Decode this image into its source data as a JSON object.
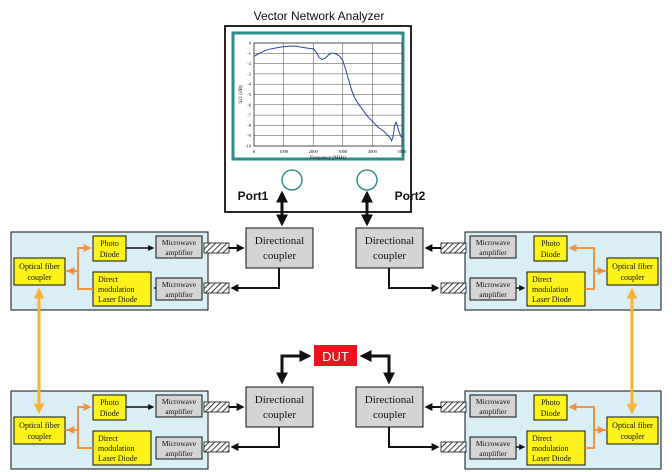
{
  "vna": {
    "title": "Vector Network Analyzer",
    "port1": "Port1",
    "port2": "Port2",
    "plot": {
      "xlabel": "Frequency (MHz)",
      "ylabel": "S21 (dB)",
      "x_ticks": [
        "0",
        "1000",
        "2000",
        "3000",
        "4000",
        "5000"
      ],
      "y_ticks": [
        "0",
        "-1",
        "-2",
        "-3",
        "-4",
        "-5",
        "-6",
        "-7",
        "-8",
        "-9",
        "-10"
      ],
      "x_range": [
        0,
        5000
      ],
      "y_range": [
        -10,
        0
      ],
      "trace_color": "#2a45a8",
      "trace": [
        [
          0,
          -1.3
        ],
        [
          120,
          -1.1
        ],
        [
          250,
          -0.9
        ],
        [
          400,
          -0.7
        ],
        [
          600,
          -0.55
        ],
        [
          800,
          -0.45
        ],
        [
          1000,
          -0.35
        ],
        [
          1200,
          -0.3
        ],
        [
          1400,
          -0.3
        ],
        [
          1600,
          -0.4
        ],
        [
          1800,
          -0.5
        ],
        [
          2000,
          -0.55
        ],
        [
          2100,
          -0.9
        ],
        [
          2200,
          -1.4
        ],
        [
          2300,
          -1.6
        ],
        [
          2400,
          -1.5
        ],
        [
          2500,
          -1.2
        ],
        [
          2600,
          -1.0
        ],
        [
          2700,
          -1.0
        ],
        [
          2800,
          -1.1
        ],
        [
          2900,
          -1.3
        ],
        [
          3000,
          -1.7
        ],
        [
          3100,
          -2.6
        ],
        [
          3200,
          -3.6
        ],
        [
          3300,
          -4.6
        ],
        [
          3400,
          -5.3
        ],
        [
          3500,
          -5.8
        ],
        [
          3600,
          -6.2
        ],
        [
          3700,
          -6.6
        ],
        [
          3800,
          -7.0
        ],
        [
          3900,
          -7.3
        ],
        [
          4000,
          -7.6
        ],
        [
          4100,
          -7.9
        ],
        [
          4200,
          -8.2
        ],
        [
          4300,
          -8.4
        ],
        [
          4400,
          -8.6
        ],
        [
          4500,
          -8.9
        ],
        [
          4600,
          -9.2
        ],
        [
          4650,
          -9.5
        ],
        [
          4700,
          -9.1
        ],
        [
          4750,
          -8.0
        ],
        [
          4800,
          -7.7
        ],
        [
          4850,
          -8.1
        ],
        [
          4900,
          -8.6
        ],
        [
          4950,
          -9.0
        ],
        [
          5000,
          -9.2
        ]
      ]
    }
  },
  "labels": {
    "directional_coupler_1": "Directional",
    "directional_coupler_2": "coupler",
    "photo_1": "Photo",
    "photo_2": "Diode",
    "microwave_1": "Microwave",
    "microwave_2": "amplifier",
    "laser_1": "Direct",
    "laser_2": "modulation",
    "laser_3": "Laser Diode",
    "optical_1": "Optical fiber",
    "optical_2": "coupler",
    "dut": "DUT"
  },
  "colors": {
    "module_bg": "#d9eef5",
    "yellow": "#fdf31a",
    "gray_box": "#d4d4d4",
    "dut": "#e8151c",
    "orange_arrow": "#f5923e",
    "fiber_link": "#f9b233",
    "screen_frame": "#2e8b8b"
  }
}
